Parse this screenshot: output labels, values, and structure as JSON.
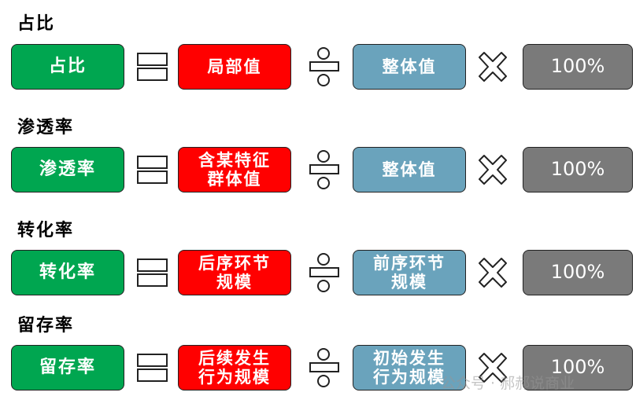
{
  "sections": [
    {
      "title": "占比",
      "result": "占比",
      "numerator": "局部值",
      "denominator": "整体值",
      "factor": "100%"
    },
    {
      "title": "渗透率",
      "result": "渗透率",
      "numerator": "含某特征\n群体值",
      "denominator": "整体值",
      "factor": "100%"
    },
    {
      "title": "转化率",
      "result": "转化率",
      "numerator": "后序环节\n规模",
      "denominator": "前序环节\n规模",
      "factor": "100%"
    },
    {
      "title": "留存率",
      "result": "留存率",
      "numerator": "后续发生\n行为规模",
      "denominator": "初始发生\n行为规模",
      "factor": "100%"
    }
  ],
  "watermark": "公众号 · 郝郝说商业",
  "colors": {
    "result_box": "#00a650",
    "numerator_box": "#ff0000",
    "denominator_box": "#6aa3bc",
    "factor_box": "#7a7a7a"
  },
  "icons": [
    "equals-icon",
    "divide-icon",
    "multiply-icon"
  ]
}
